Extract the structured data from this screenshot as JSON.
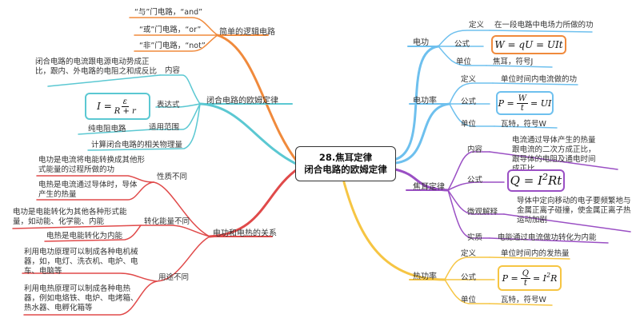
{
  "center": {
    "line1": "28.焦耳定律",
    "line2": "闭合电路的欧姆定律"
  },
  "colors": {
    "orange": "#f08a3c",
    "teal": "#5bc8d2",
    "red": "#e04a4a",
    "blue": "#6ec0ee",
    "purple": "#9a4fc4",
    "yellow": "#f6c543"
  },
  "logic": {
    "title": "简单的逻辑电路",
    "and": "“与”门电路，“and”",
    "or": "“或”门电路，“or”",
    "not": "“非”门电路，“not”"
  },
  "ohm": {
    "title": "闭合电路的欧姆定律",
    "content_label": "内容",
    "content_text": "闭合电路的电流跟电源电动势成正比，跟内、外电路的电阻之和成反比",
    "expr_label": "表达式",
    "formula_lhs": "I =",
    "formula_num": "ε",
    "formula_den": "R + r",
    "scope_label": "适用范围",
    "scope_text": "纯电阻电路",
    "calc_text": "计算闭合电路的相关物理量"
  },
  "heat_relation": {
    "title": "电功和电热的关系",
    "nature_label": "性质不同",
    "nature_a": "电功是电流将电能转换成其他形式能量的过程所做的功",
    "nature_b": "电热是电流通过导体时，导体产生的热量",
    "conv_label": "转化能量不同",
    "conv_a": "电功是电能转化为其他各种形式能量，如动能、化学能、内能",
    "conv_b": "电热是电能转化为内能",
    "use_label": "用途不同",
    "use_a": "利用电功原理可以制成各种电机械器，如，电灯、洗衣机、电炉、电车、电脑等",
    "use_b": "利用电热原理可以制成各种电热器，例如电烙铁、电炉、电烤箱、热水器、电孵化箱等"
  },
  "work": {
    "title": "电功",
    "def_label": "定义",
    "def_text": "在一段电路中电场力所做的功",
    "formula_label": "公式",
    "formula": "W = qU = UIt",
    "unit_label": "单位",
    "unit_text": "焦耳，符号J"
  },
  "power": {
    "title": "电功率",
    "def_label": "定义",
    "def_text": "单位时间内电流做的功",
    "formula_label": "公式",
    "formula_lhs": "P =",
    "formula_num": "W",
    "formula_den": "t",
    "formula_rhs": "= UI",
    "unit_label": "单位",
    "unit_text": "瓦特，符号W"
  },
  "joule": {
    "title": "焦耳定律",
    "content_label": "内容",
    "content_text": "电流通过导体产生的热量跟电流的二次方成正比，跟导体的电阻及通电时间成正比",
    "formula_label": "公式",
    "formula_a": "Q = I",
    "formula_exp": "2",
    "formula_b": "Rt",
    "micro_label": "微观解释",
    "micro_text": "导体中定向移动的电子要频繁地与金属正离子碰撞，使金属正离子热运动加剧",
    "essence_label": "实质",
    "essence_text": "电能通过电流做功转化为内能"
  },
  "heat_power": {
    "title": "热功率",
    "def_label": "定义",
    "def_text": "单位时间内的发热量",
    "formula_label": "公式",
    "formula_lhs": "P =",
    "formula_num": "Q",
    "formula_den": "t",
    "formula_rhs_a": "= I",
    "formula_exp": "2",
    "formula_rhs_b": "R",
    "unit_label": "单位",
    "unit_text": "瓦特，符号W"
  }
}
